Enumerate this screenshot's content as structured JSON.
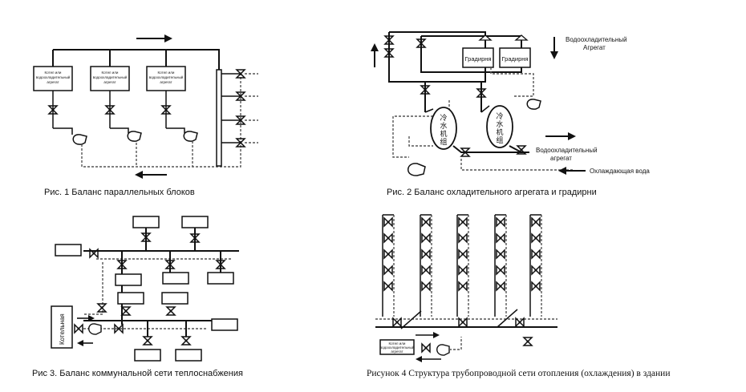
{
  "figures": [
    {
      "caption": "Рис. 1 Баланс параллельных блоков",
      "unit_label_line1": "Котел или",
      "unit_label_line2": "водоохладительный",
      "unit_label_line3": "агрегат"
    },
    {
      "caption": "Рис. 2 Баланс охладительного агрегата и градирни",
      "tower_label": "Градирня",
      "chiller_glyphs": "冷水机组",
      "top_right_label_line1": "Водоохладительный",
      "top_right_label_line2": "Агрегат",
      "mid_right_label_line1": "Водоохладительный",
      "mid_right_label_line2": "агрегат",
      "bottom_right_label": "Охлаждающая вода"
    },
    {
      "caption": "Рис 3. Баланс коммунальной сети теплоснабжения",
      "boiler_room_label": "Котельная"
    },
    {
      "caption": "Рисунок 4 Структура трубопроводной сети отопления (охлаждения) в здании",
      "unit_label_line1": "Котел или",
      "unit_label_line2": "водоохладительный",
      "unit_label_line3": "агрегат"
    }
  ]
}
